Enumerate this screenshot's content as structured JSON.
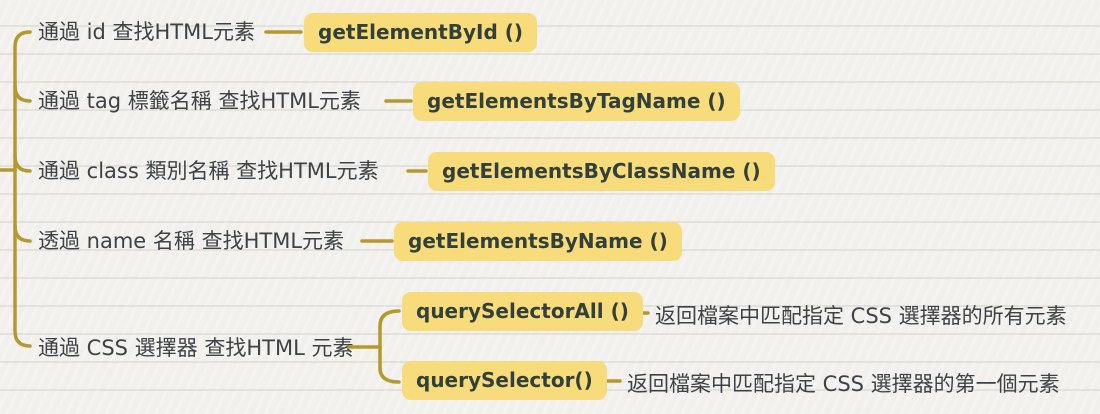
{
  "colors": {
    "background": "#f2f1ee",
    "paper_line": "#e3e0da",
    "branch_line": "#b5992e",
    "highlight_box": "#f8db7a",
    "label_text": "#3e4245",
    "method_text": "#31403a"
  },
  "mindmap": {
    "branches": [
      {
        "label": "通過 id 查找HTML元素",
        "method": "getElementById ()"
      },
      {
        "label": "通過 tag 標籤名稱 查找HTML元素",
        "method": "getElementsByTagName ()"
      },
      {
        "label": "通過 class 類別名稱 查找HTML元素",
        "method": "getElementsByClassName ()"
      },
      {
        "label": "透過 name 名稱 查找HTML元素",
        "method": "getElementsByName ()"
      },
      {
        "label": "通過 CSS 選擇器 查找HTML 元素",
        "children": [
          {
            "method": "querySelectorAll ()",
            "description": "返回檔案中匹配指定 CSS 選擇器的所有元素"
          },
          {
            "method": "querySelector()",
            "description": "返回檔案中匹配指定 CSS 選擇器的第一個元素"
          }
        ]
      }
    ]
  }
}
